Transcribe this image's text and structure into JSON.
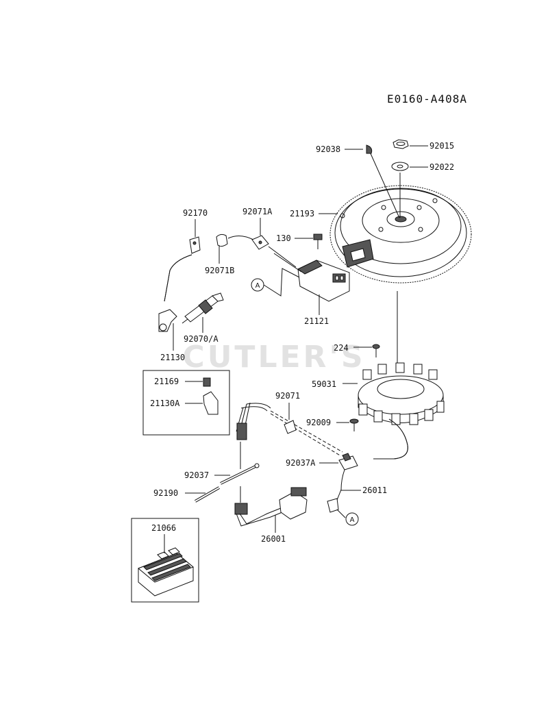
{
  "diagram": {
    "code": "E0160-A408A",
    "watermark": "CUTLER'S",
    "callouts": {
      "a1": "A",
      "a2": "A"
    },
    "parts": {
      "p92038": "92038",
      "p92015": "92015",
      "p92022": "92022",
      "p21193": "21193",
      "p92170": "92170",
      "p92071A": "92071A",
      "p130": "130",
      "p92071B": "92071B",
      "p21121": "21121",
      "p92070A": "92070/A",
      "p21130": "21130",
      "p224": "224",
      "p59031": "59031",
      "p21169": "21169",
      "p21130A": "21130A",
      "p92071": "92071",
      "p92009": "92009",
      "p92037A": "92037A",
      "p92037": "92037",
      "p92190": "92190",
      "p26011": "26011",
      "p26001": "26001",
      "p21066": "21066"
    }
  }
}
